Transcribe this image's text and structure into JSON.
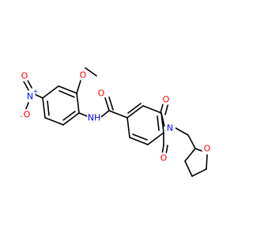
{
  "molecule": {
    "colors": {
      "bond": "#000000",
      "oxygen": "#ff0000",
      "nitrogen": "#0000ff",
      "background": "#ffffff"
    },
    "labels": {
      "methoxy_o": "O",
      "nitro_o_top": "O",
      "nitro_o_minus": "O",
      "nitro_minus_sign": "-",
      "nitro_n": "N",
      "nitro_plus_sign": "+",
      "amide_nh": "NH",
      "amide_o": "O",
      "imide_o_top": "O",
      "imide_n": "N",
      "imide_o_bottom": "O",
      "thf_o": "O"
    }
  }
}
